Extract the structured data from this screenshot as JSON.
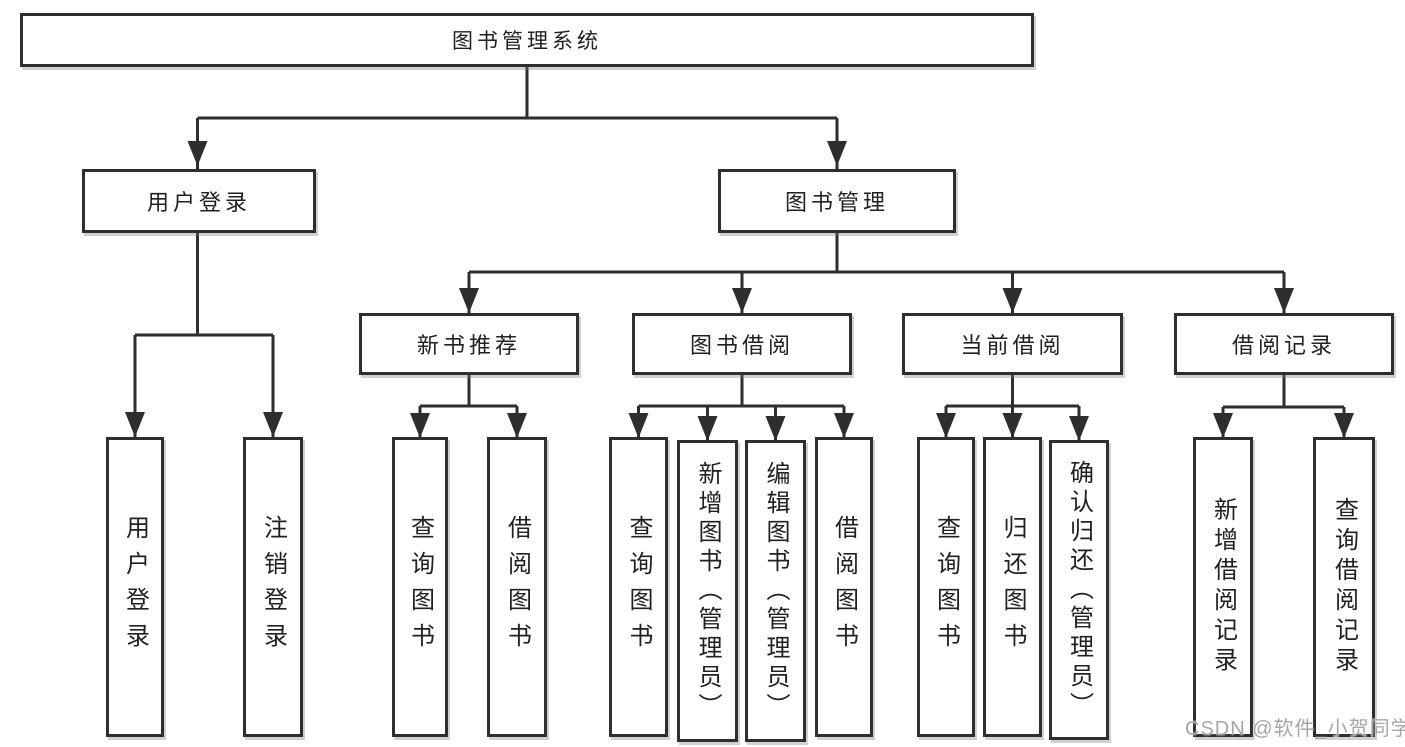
{
  "diagram": {
    "title": "图书管理系统",
    "type": "hierarchy-tree",
    "tree": {
      "label": "图书管理系统",
      "children": [
        {
          "label": "用户登录",
          "children": [
            {
              "label": "用户登录"
            },
            {
              "label": "注销登录"
            }
          ]
        },
        {
          "label": "图书管理",
          "children": [
            {
              "label": "新书推荐",
              "children": [
                {
                  "label": "查询图书"
                },
                {
                  "label": "借阅图书"
                }
              ]
            },
            {
              "label": "图书借阅",
              "children": [
                {
                  "label": "查询图书"
                },
                {
                  "label": "新增图书（管理员）"
                },
                {
                  "label": "编辑图书（管理员）"
                },
                {
                  "label": "借阅图书"
                }
              ]
            },
            {
              "label": "当前借阅",
              "children": [
                {
                  "label": "查询图书"
                },
                {
                  "label": "归还图书"
                },
                {
                  "label": "确认归还（管理员）"
                }
              ]
            },
            {
              "label": "借阅记录",
              "children": [
                {
                  "label": "新增借阅记录"
                },
                {
                  "label": "查询借阅记录"
                }
              ]
            }
          ]
        }
      ]
    }
  },
  "nodes": {
    "system": "图书管理系统",
    "user_login": "用户登录",
    "book_mgmt": "图书管理",
    "new_book": "新书推荐",
    "book_borrow": "图书借阅",
    "current_borrow": "当前借阅",
    "borrow_records": "借阅记录",
    "leaf_user_login": "用户登录",
    "leaf_logout": "注销登录",
    "rec_query": "查询图书",
    "rec_borrow": "借阅图书",
    "bb_query": "查询图书",
    "bb_add": "新增图书（管理员）",
    "bb_edit": "编辑图书（管理员）",
    "bb_borrow": "借阅图书",
    "cb_query": "查询图书",
    "cb_return": "归还图书",
    "cb_confirm": "确认归还（管理员）",
    "br_add": "新增借阅记录",
    "br_query": "查询借阅记录"
  },
  "watermark": {
    "text": "CSDN @软件_小贺同学"
  },
  "colors": {
    "background": "#ffffff",
    "box_border": "#2e2e2e",
    "line": "#2e2e2e",
    "text": "#212121",
    "watermark": "#a6a6a6"
  }
}
